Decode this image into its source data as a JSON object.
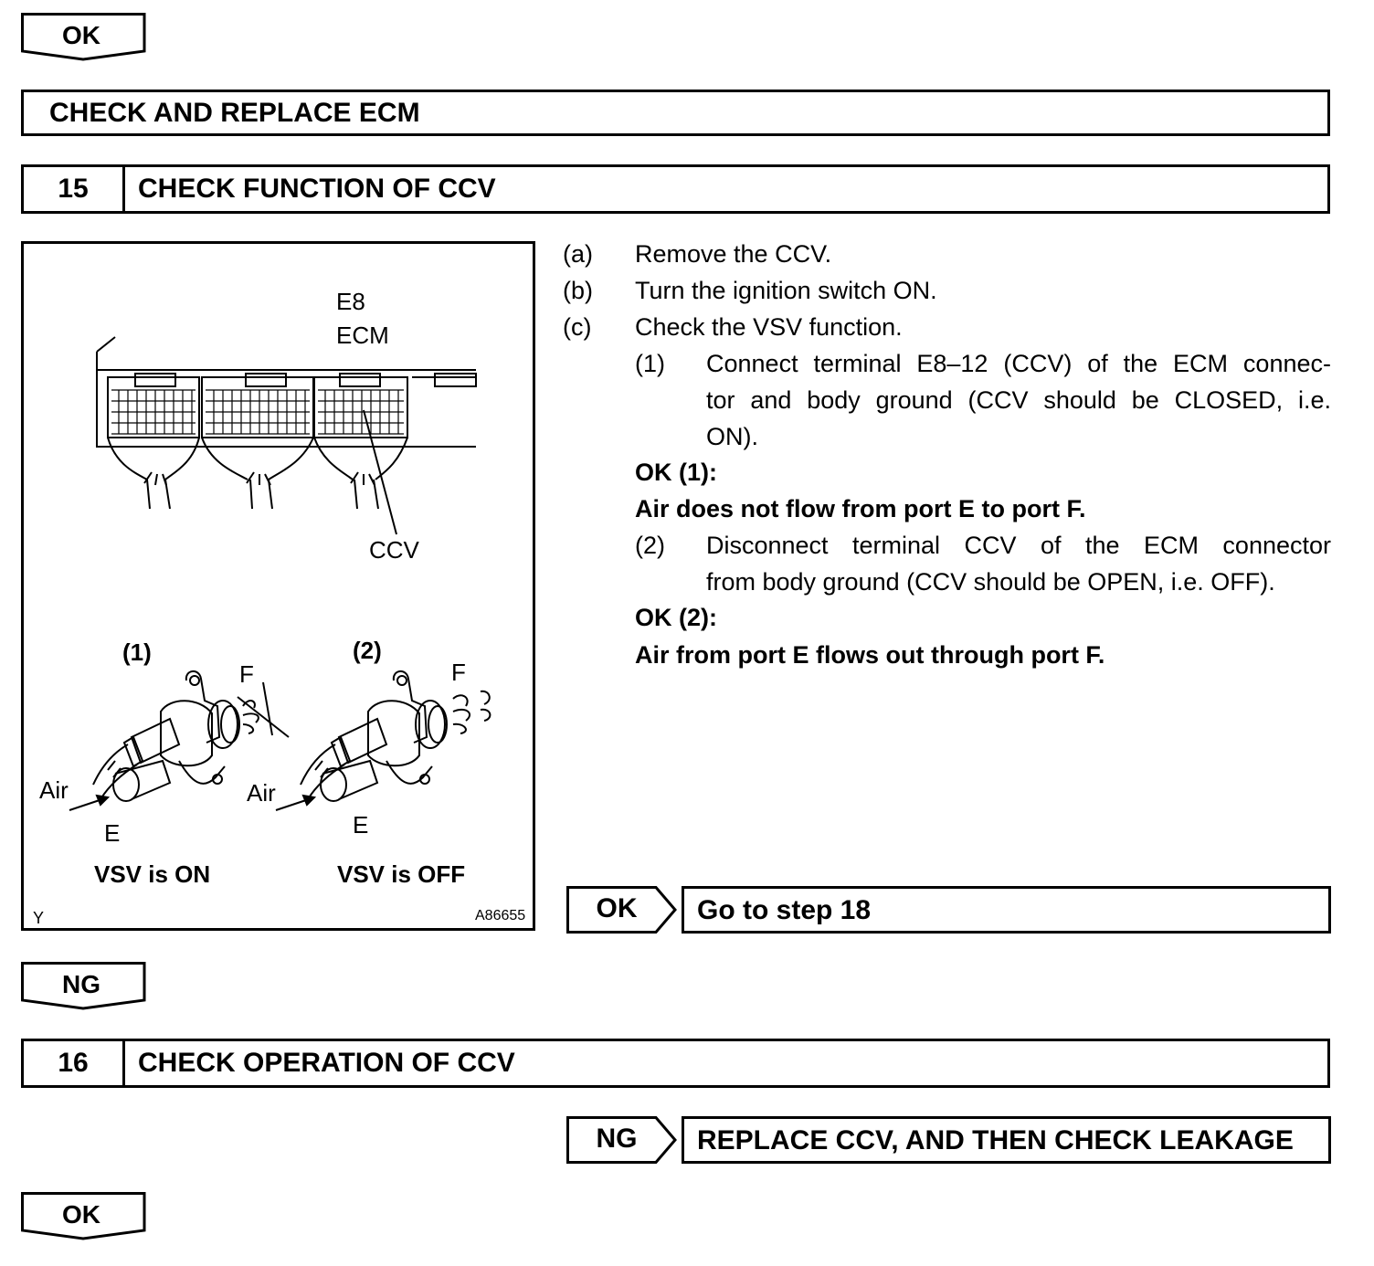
{
  "top_tag": {
    "label": "OK"
  },
  "action_box": {
    "label": "CHECK AND REPLACE ECM"
  },
  "step15": {
    "number": "15",
    "title": "CHECK FUNCTION OF CCV",
    "figure": {
      "ecm_code": "E8",
      "ecm_label": "ECM",
      "ccv_label": "CCV",
      "case1": "(1)",
      "case2": "(2)",
      "port_f1": "F",
      "port_f2": "F",
      "air1": "Air",
      "air2": "Air",
      "port_e1": "E",
      "port_e2": "E",
      "caption1": "VSV is ON",
      "caption2": "VSV is OFF",
      "corner_left": "Y",
      "figure_id": "A86655"
    },
    "steps": [
      {
        "marker": "(a)",
        "text": "Remove the CCV."
      },
      {
        "marker": "(b)",
        "text": "Turn the ignition switch ON."
      },
      {
        "marker": "(c)",
        "text": "Check the VSV function."
      }
    ],
    "substeps": [
      {
        "marker": "(1)",
        "lines": [
          "Connect terminal E8–12 (CCV) of the ECM connec-",
          "tor and body ground (CCV should be CLOSED, i.e.",
          "ON)."
        ],
        "ok_label": "OK (1):",
        "ok_text": "Air does not flow from port E to port F."
      },
      {
        "marker": "(2)",
        "lines": [
          "Disconnect terminal CCV of the ECM connector",
          "from body ground (CCV should be OPEN, i.e. OFF)."
        ],
        "ok_label": "OK (2):",
        "ok_text": "Air from port E flows out through port F."
      }
    ],
    "ok_branch": {
      "tag": "OK",
      "text": "Go to step 18"
    }
  },
  "ng_tag": {
    "label": "NG"
  },
  "step16": {
    "number": "16",
    "title": "CHECK OPERATION OF CCV",
    "ng_branch": {
      "tag": "NG",
      "text": "REPLACE CCV, AND THEN CHECK LEAKAGE"
    }
  },
  "bottom_tag": {
    "label": "OK"
  }
}
